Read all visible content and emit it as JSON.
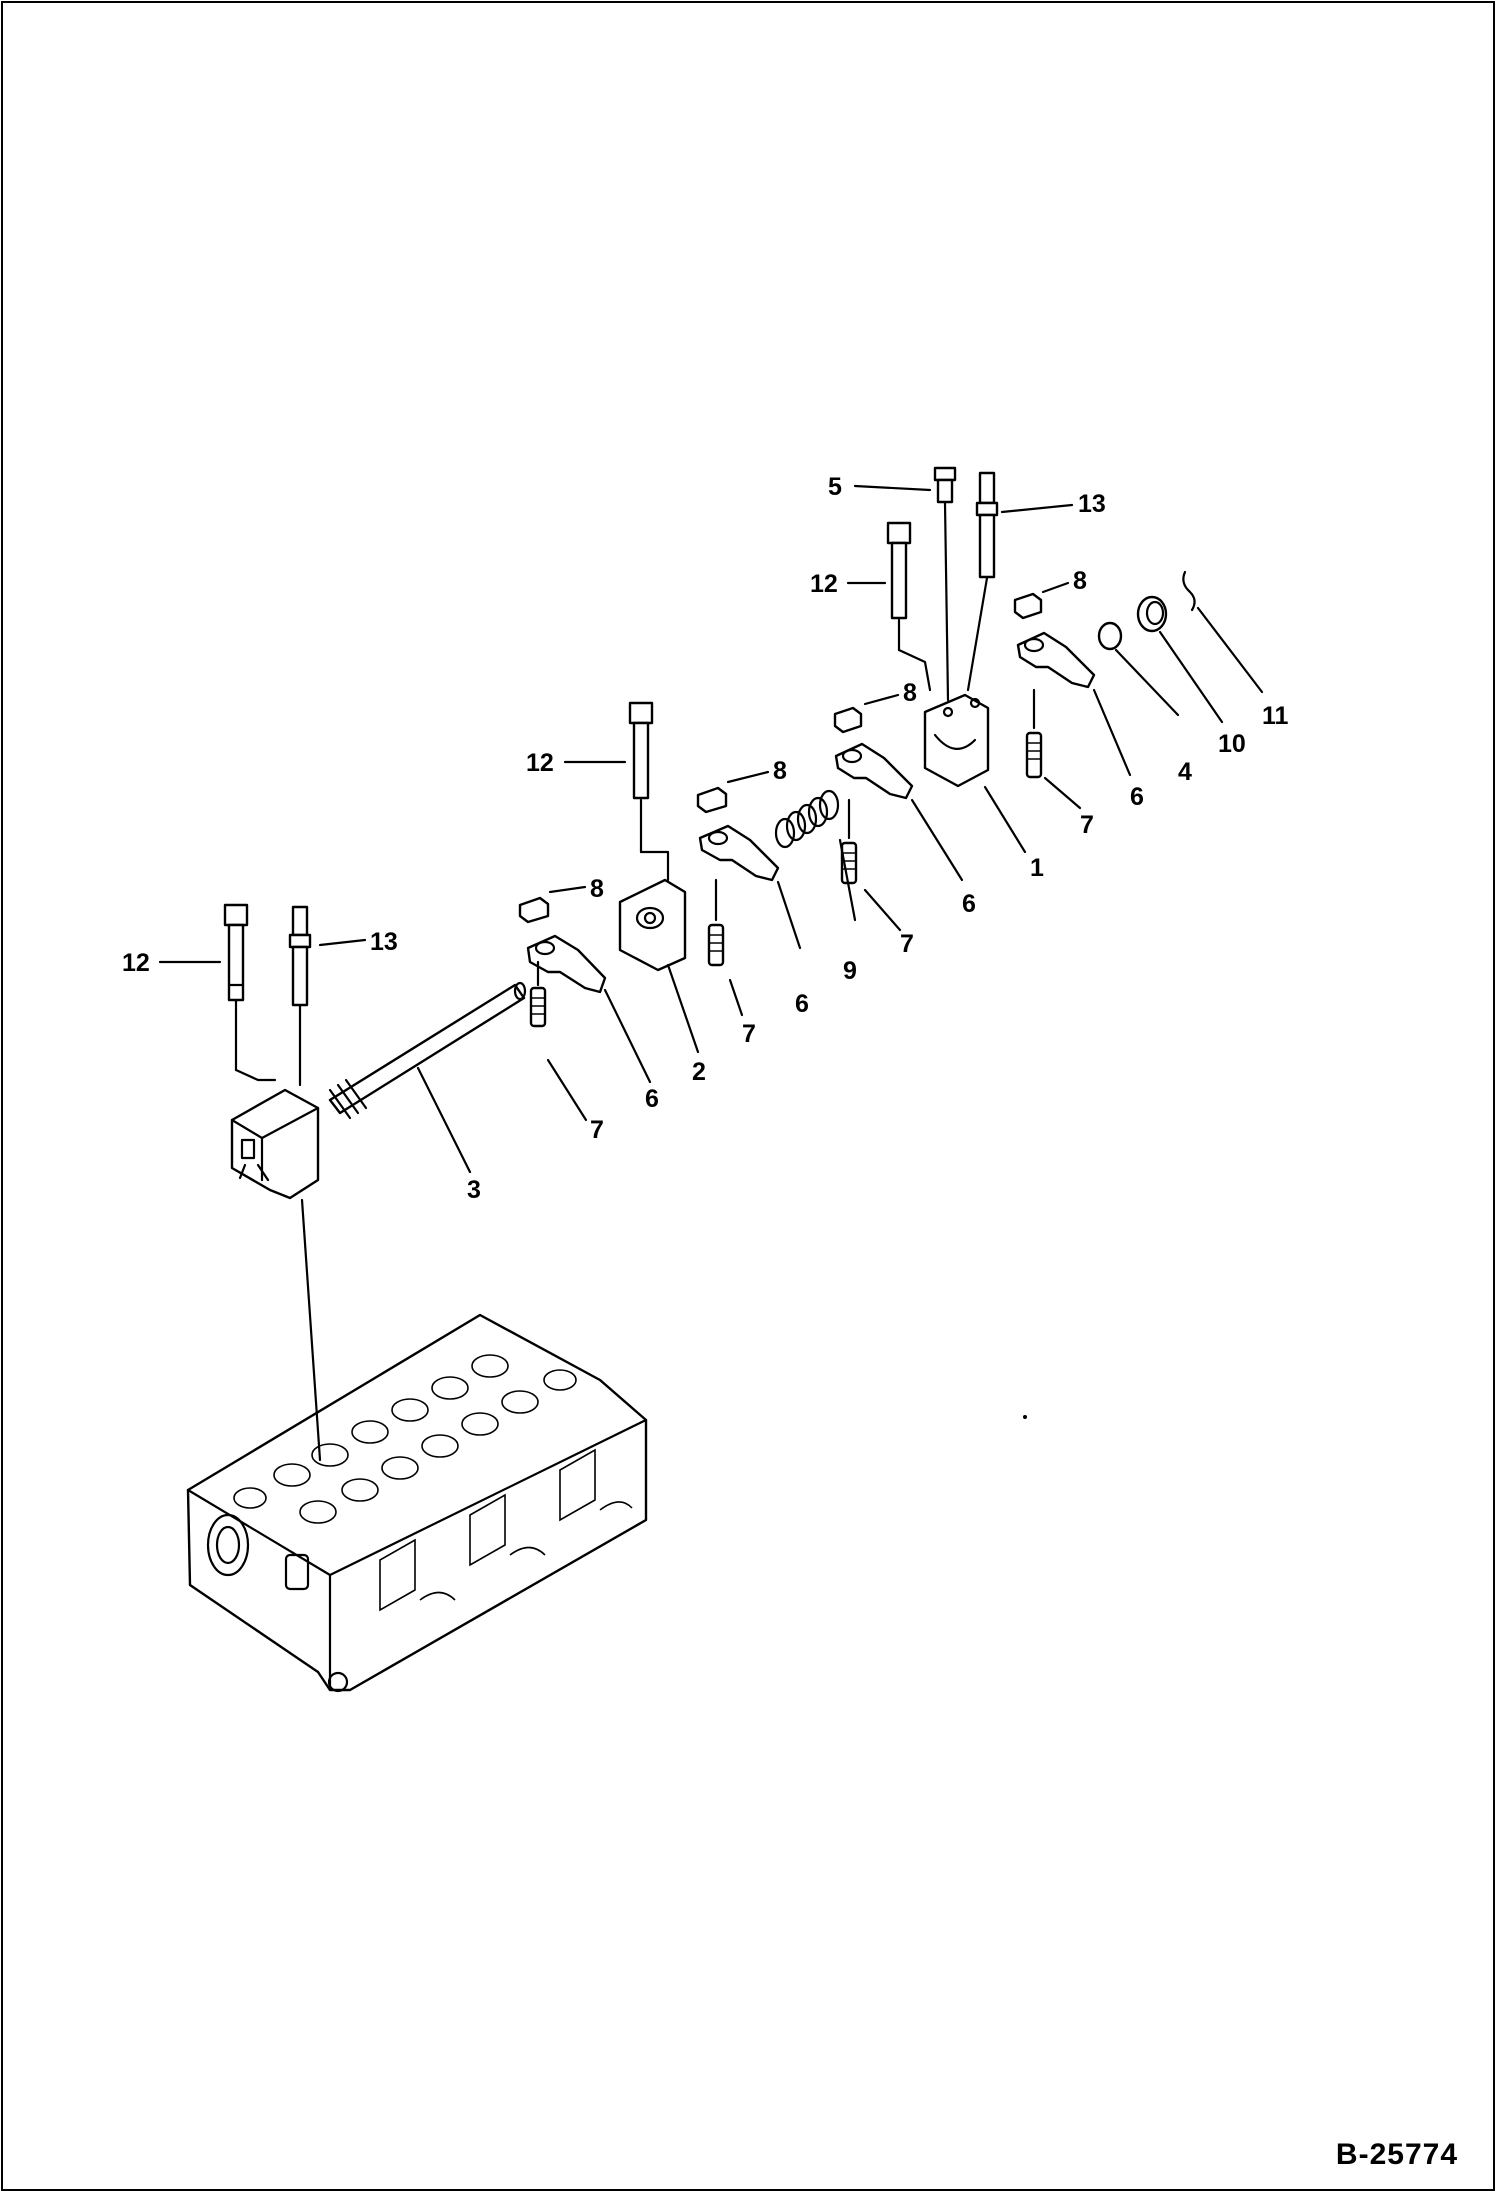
{
  "drawing_number": "B-25774",
  "callouts": {
    "part_1": "1",
    "part_2": "2",
    "part_3": "3",
    "part_4": "4",
    "part_5": "5",
    "part_6": "6",
    "part_7": "7",
    "part_8": "8",
    "part_9": "9",
    "part_10": "10",
    "part_11": "11",
    "part_12": "12",
    "part_13": "13"
  }
}
